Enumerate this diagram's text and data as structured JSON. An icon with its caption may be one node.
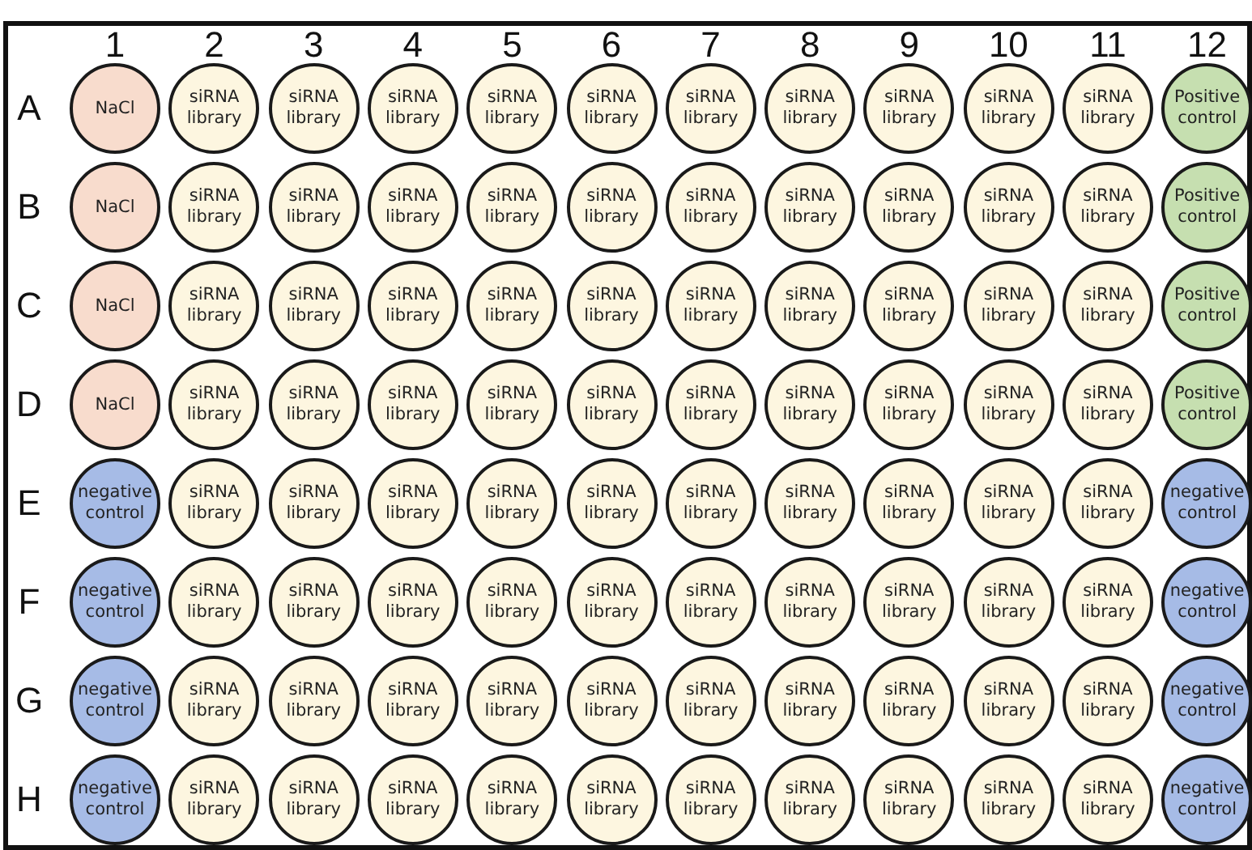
{
  "diagram": {
    "nodes": [
      {
        "text": [
          "NaCl"
        ]
      },
      {
        "text": [
          "siRNA library"
        ]
      },
      {
        "text": [
          "siRNA library"
        ]
      },
      {
        "text": [
          "siRNA library"
        ]
      },
      {
        "text": [
          "siRNA library"
        ]
      },
      {
        "text": [
          "siRNA library"
        ]
      },
      {
        "text": [
          "siRNA library"
        ]
      },
      {
        "text": [
          "siRNA library"
        ]
      },
      {
        "text": [
          "siRNA library"
        ]
      },
      {
        "text": [
          "siRNA library"
        ]
      },
      {
        "text": [
          "siRNA library"
        ]
      },
      {
        "text": [
          "Positive control"
        ]
      },
      {
        "text": [
          "NaCl"
        ]
      },
      {
        "text": [
          "siRNA library"
        ]
      },
      {
        "text": [
          "siRNA library"
        ]
      },
      {
        "text": [
          "siRNA library"
        ]
      },
      {
        "text": [
          "siRNA library"
        ]
      },
      {
        "text": [
          "siRNA library"
        ]
      },
      {
        "text": [
          "siRNA library"
        ]
      },
      {
        "text": [
          "siRNA library"
        ]
      },
      {
        "text": [
          "siRNA library"
        ]
      },
      {
        "text": [
          "siRNA library"
        ]
      },
      {
        "text": [
          "siRNA library"
        ]
      },
      {
        "text": [
          "Positive control"
        ]
      },
      {
        "text": [
          "NaCl"
        ]
      },
      {
        "text": [
          "siRNA library"
        ]
      },
      {
        "text": [
          "siRNA library"
        ]
      },
      {
        "text": [
          "siRNA library"
        ]
      },
      {
        "text": [
          "siRNA library"
        ]
      },
      {
        "text": [
          "siRNA library"
        ]
      },
      {
        "text": [
          "siRNA library"
        ]
      },
      {
        "text": [
          "siRNA library"
        ]
      },
      {
        "text": [
          "siRNA library"
        ]
      },
      {
        "text": [
          "siRNA library"
        ]
      },
      {
        "text": [
          "siRNA library"
        ]
      },
      {
        "text": [
          "Positive control"
        ]
      },
      {
        "text": [
          "NaCl"
        ]
      },
      {
        "text": [
          "siRNA library"
        ]
      },
      {
        "text": [
          "siRNA library"
        ]
      },
      {
        "text": [
          "siRNA library"
        ]
      },
      {
        "text": [
          "siRNA library"
        ]
      },
      {
        "text": [
          "siRNA library"
        ]
      },
      {
        "text": [
          "siRNA library"
        ]
      },
      {
        "text": [
          "siRNA library"
        ]
      },
      {
        "text": [
          "siRNA library"
        ]
      },
      {
        "text": [
          "siRNA library"
        ]
      },
      {
        "text": [
          "siRNA library"
        ]
      },
      {
        "text": [
          "Positive control"
        ]
      },
      {
        "text": [
          "negative control"
        ]
      },
      {
        "text": [
          "siRNA library"
        ]
      },
      {
        "text": [
          "siRNA library"
        ]
      },
      {
        "text": [
          "siRNA library"
        ]
      },
      {
        "text": [
          "siRNA library"
        ]
      },
      {
        "text": [
          "siRNA library"
        ]
      },
      {
        "text": [
          "siRNA library"
        ]
      },
      {
        "text": [
          "siRNA library"
        ]
      },
      {
        "text": [
          "siRNA library"
        ]
      },
      {
        "text": [
          "siRNA library"
        ]
      },
      {
        "text": [
          "siRNA library"
        ]
      },
      {
        "text": [
          "negative control"
        ]
      },
      {
        "text": [
          "negative control"
        ]
      },
      {
        "text": [
          "siRNA library"
        ]
      },
      {
        "text": [
          "siRNA library"
        ]
      },
      {
        "text": [
          "siRNA library"
        ]
      },
      {
        "text": [
          "siRNA library"
        ]
      },
      {
        "text": [
          "siRNA library"
        ]
      },
      {
        "text": [
          "siRNA library"
        ]
      },
      {
        "text": [
          "siRNA library"
        ]
      },
      {
        "text": [
          "siRNA library"
        ]
      },
      {
        "text": [
          "siRNA library"
        ]
      },
      {
        "text": [
          "siRNA library"
        ]
      },
      {
        "text": [
          "negative control"
        ]
      },
      {
        "text": [
          "negative control"
        ]
      },
      {
        "text": [
          "siRNA library"
        ]
      },
      {
        "text": [
          "siRNA library"
        ]
      },
      {
        "text": [
          "siRNA library"
        ]
      },
      {
        "text": [
          "siRNA library"
        ]
      },
      {
        "text": [
          "siRNA library"
        ]
      },
      {
        "text": [
          "siRNA library"
        ]
      },
      {
        "text": [
          "siRNA library"
        ]
      },
      {
        "text": [
          "siRNA library"
        ]
      },
      {
        "text": [
          "siRNA library"
        ]
      },
      {
        "text": [
          "siRNA library"
        ]
      },
      {
        "text": [
          "negative control"
        ]
      },
      {
        "text": [
          "negative control"
        ]
      },
      {
        "text": [
          "siRNA library"
        ]
      },
      {
        "text": [
          "siRNA library"
        ]
      },
      {
        "text": [
          "siRNA library"
        ]
      },
      {
        "text": [
          "siRNA library"
        ]
      },
      {
        "text": [
          "siRNA library"
        ]
      },
      {
        "text": [
          "siRNA library"
        ]
      },
      {
        "text": [
          "siRNA library"
        ]
      },
      {
        "text": [
          "siRNA library"
        ]
      },
      {
        "text": [
          "siRNA library"
        ]
      },
      {
        "text": [
          "siRNA library"
        ]
      },
      {
        "text": [
          "negative control"
        ]
      }
    ],
    "labels": [
      "1",
      "2",
      "3",
      "4",
      "5",
      "6",
      "7",
      "8",
      "9",
      "10",
      "11",
      "12",
      "A",
      "B",
      "C",
      "D",
      "E",
      "F",
      "G",
      "H"
    ]
  }
}
